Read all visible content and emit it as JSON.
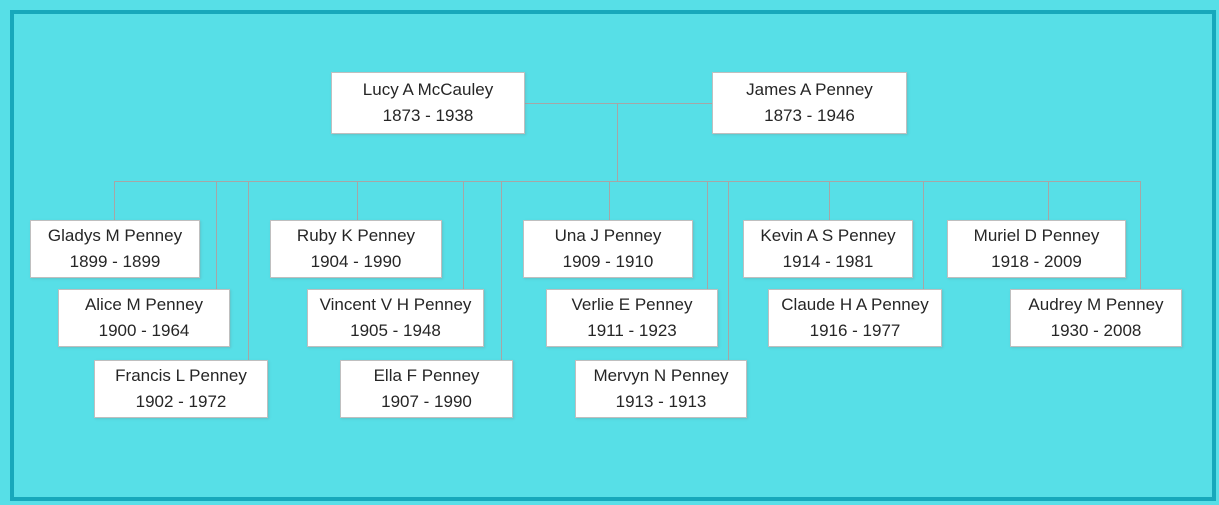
{
  "diagram": {
    "type": "family-tree",
    "colors": {
      "background": "#57DFE7",
      "frame_border": "#17A8BB",
      "connector_line": "#A6A6A6",
      "box_background": "#FFFFFF",
      "box_border": "#BFBFBF",
      "text": "#262626"
    }
  },
  "people": {
    "lucy": {
      "name": "Lucy A McCauley",
      "lifespan": "1873 - 1938"
    },
    "james": {
      "name": "James A Penney",
      "lifespan": "1873 - 1946"
    },
    "gladys": {
      "name": "Gladys M Penney",
      "lifespan": "1899 - 1899"
    },
    "alice": {
      "name": "Alice M Penney",
      "lifespan": "1900 - 1964"
    },
    "francis": {
      "name": "Francis L Penney",
      "lifespan": "1902 - 1972"
    },
    "ruby": {
      "name": "Ruby K Penney",
      "lifespan": "1904 - 1990"
    },
    "vincent": {
      "name": "Vincent V H Penney",
      "lifespan": "1905 - 1948"
    },
    "ella": {
      "name": "Ella F Penney",
      "lifespan": "1907 - 1990"
    },
    "una": {
      "name": "Una J Penney",
      "lifespan": "1909 - 1910"
    },
    "verlie": {
      "name": "Verlie E Penney",
      "lifespan": "1911 - 1923"
    },
    "mervyn": {
      "name": "Mervyn N Penney",
      "lifespan": "1913 - 1913"
    },
    "kevin": {
      "name": "Kevin A S Penney",
      "lifespan": "1914 - 1981"
    },
    "claude": {
      "name": "Claude H A Penney",
      "lifespan": "1916 - 1977"
    },
    "muriel": {
      "name": "Muriel D Penney",
      "lifespan": "1918 - 2009"
    },
    "audrey": {
      "name": "Audrey M Penney",
      "lifespan": "1930 - 2008"
    }
  },
  "relationships": {
    "couple": [
      "lucy",
      "james"
    ],
    "children_in_birth_order": [
      "gladys",
      "alice",
      "francis",
      "ruby",
      "vincent",
      "ella",
      "una",
      "verlie",
      "mervyn",
      "kevin",
      "claude",
      "muriel",
      "audrey"
    ]
  }
}
